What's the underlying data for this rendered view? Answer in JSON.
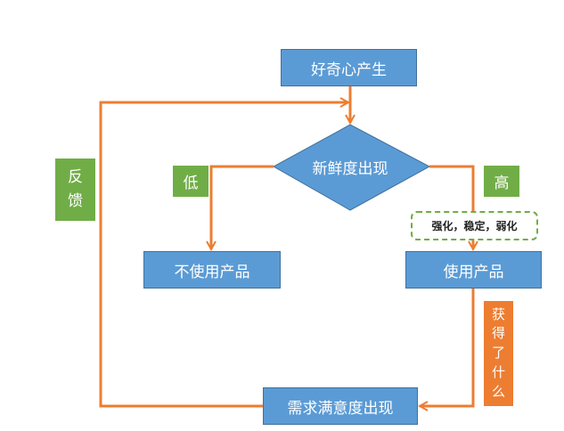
{
  "nodes": {
    "start": "好奇心产生",
    "decision": "新鲜度出现",
    "no_use": "不使用产品",
    "use": "使用产品",
    "satisfaction": "需求满意度出现"
  },
  "labels": {
    "low": "低",
    "high": "高",
    "feedback": [
      "反",
      "馈"
    ],
    "gain": [
      "获",
      "得",
      "了",
      "什",
      "么"
    ],
    "effect": "强化，稳定，弱化"
  },
  "colors": {
    "node_fill": "#5b9bd5",
    "node_border": "#41719c",
    "arrow": "#ed7d31",
    "label_green": "#70ad47",
    "label_orange": "#ed7d31"
  }
}
